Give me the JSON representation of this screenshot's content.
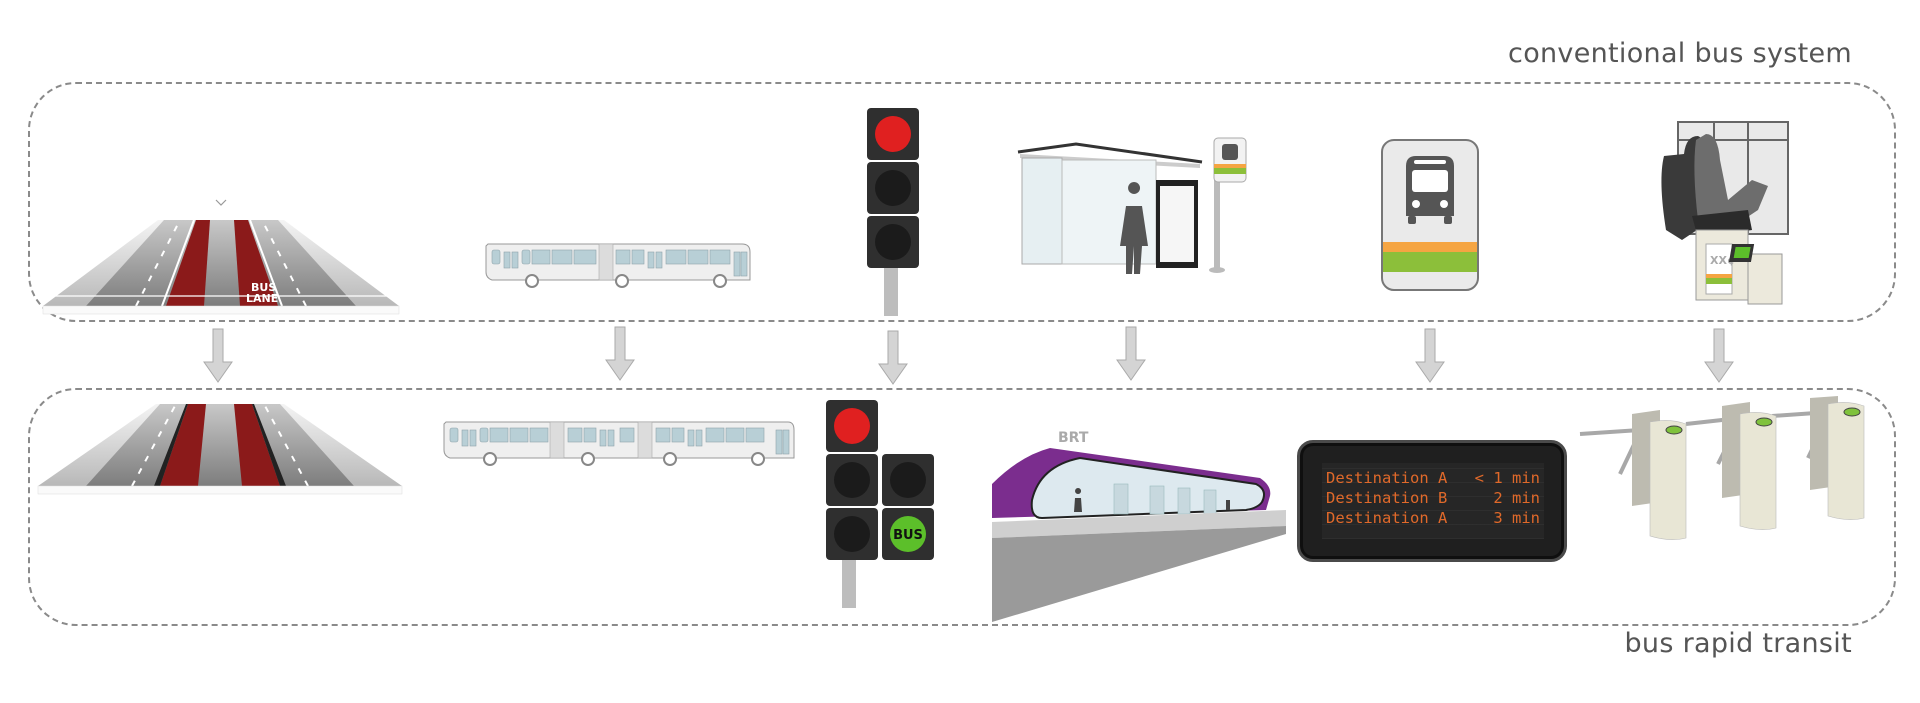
{
  "diagram": {
    "top_label": "conventional bus system",
    "bottom_label": "bus rapid transit",
    "comparisons": [
      {
        "aspect": "lanes",
        "conventional": "painted bus lanes",
        "brt": "segregated busway",
        "road_marking": "BUS LANE"
      },
      {
        "aspect": "vehicles",
        "conventional": "articulated bus",
        "brt": "bi-articulated bus"
      },
      {
        "aspect": "traffic signals",
        "conventional": "standard traffic light",
        "brt": "bus priority signal",
        "signal_label": "BUS"
      },
      {
        "aspect": "stations",
        "conventional": "bus shelter with stop sign",
        "brt": "enclosed BRT station",
        "station_sign": "BRT"
      },
      {
        "aspect": "information",
        "conventional": "bus stop sign",
        "brt": "real-time departure display"
      },
      {
        "aspect": "fare collection",
        "conventional": "on-board fare box",
        "brt": "off-board turnstiles",
        "fare_label": "XX¢"
      }
    ],
    "departure_board": [
      {
        "destination": "Destination A",
        "time": "< 1 min"
      },
      {
        "destination": "Destination B",
        "time": "2 min"
      },
      {
        "destination": "Destination A",
        "time": "3 min"
      }
    ],
    "colors": {
      "bus_lane_red": "#8b1a1a",
      "brt_purple": "#7b2d8e",
      "signal_red": "#e02020",
      "signal_green": "#5cbf2a",
      "stripe_orange": "#f5a542",
      "stripe_green": "#8cbf3a",
      "display_text": "#e0692a",
      "label_gray": "#555555"
    }
  }
}
